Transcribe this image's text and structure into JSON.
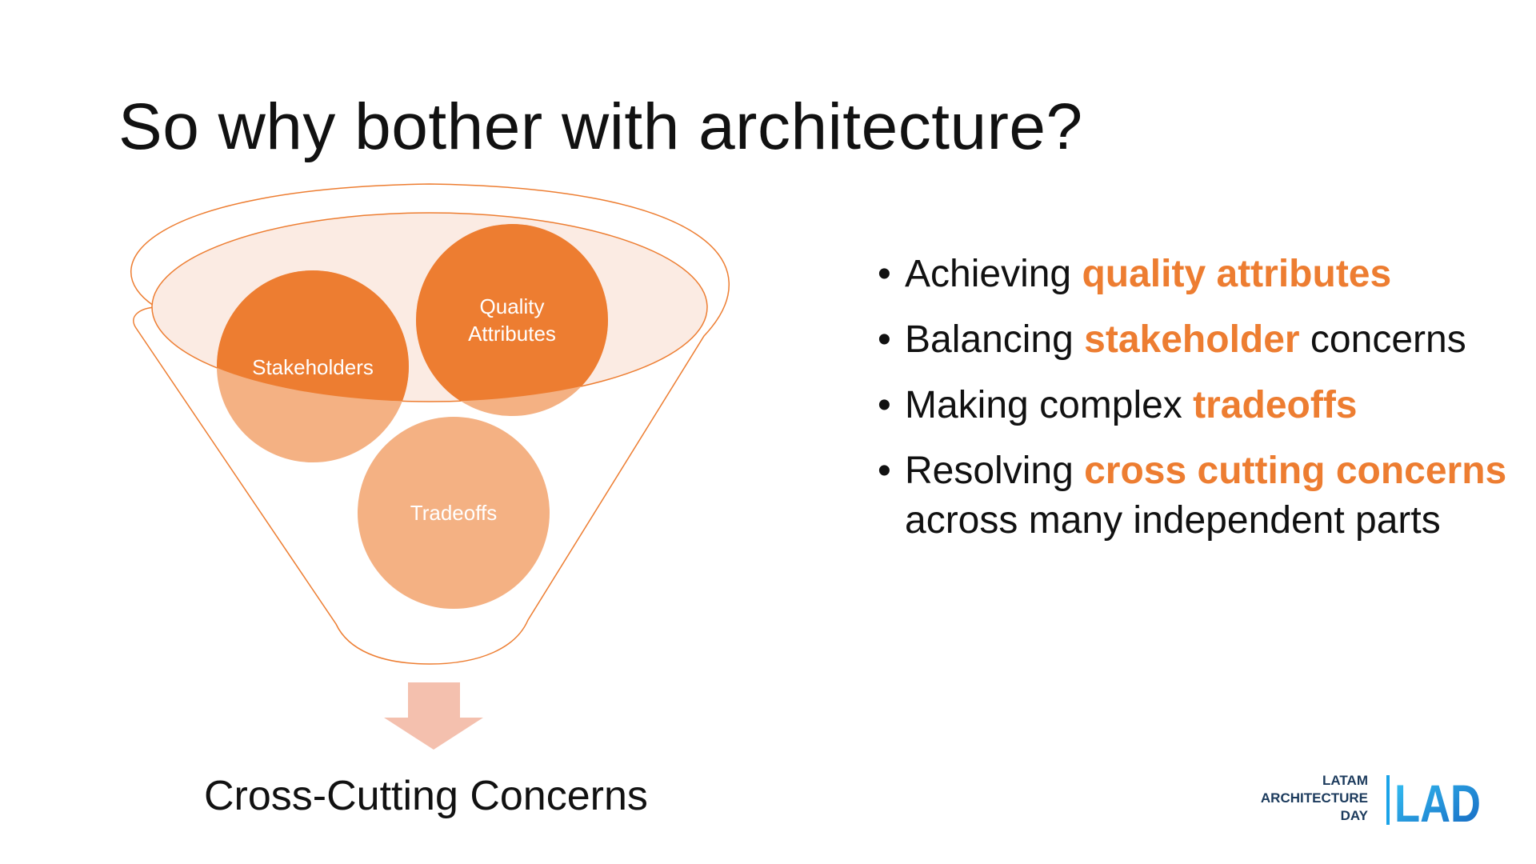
{
  "slide": {
    "title": "So why bother with architecture?"
  },
  "funnel": {
    "bubbles": [
      {
        "id": "stakeholders",
        "label": "Stakeholders"
      },
      {
        "id": "quality",
        "label_line1": "Quality",
        "label_line2": "Attributes"
      },
      {
        "id": "tradeoffs",
        "label": "Tradeoffs"
      }
    ],
    "output_label": "Cross-Cutting Concerns"
  },
  "bullets": [
    {
      "text_before": "Achieving ",
      "highlight": "quality attributes",
      "text_after": ""
    },
    {
      "text_before": "Balancing ",
      "highlight": "stakeholder",
      "text_after": " concerns"
    },
    {
      "text_before": "Making complex ",
      "highlight": "tradeoffs",
      "text_after": ""
    },
    {
      "text_before": "Resolving ",
      "highlight": "cross cutting concerns",
      "text_after": " across many independent parts"
    }
  ],
  "logo": {
    "line1": "LATAM",
    "line2": "ARCHITECTURE",
    "line3": "DAY",
    "mark": "LAD"
  },
  "colors": {
    "accent": "#ED7D31",
    "accent_light": "#F4B183",
    "arrow": "#F4C0AE",
    "funnel_fill": "#FBEBE3",
    "logo_dark": "#1b3a5c",
    "logo_blue": "#1aa3e8"
  }
}
